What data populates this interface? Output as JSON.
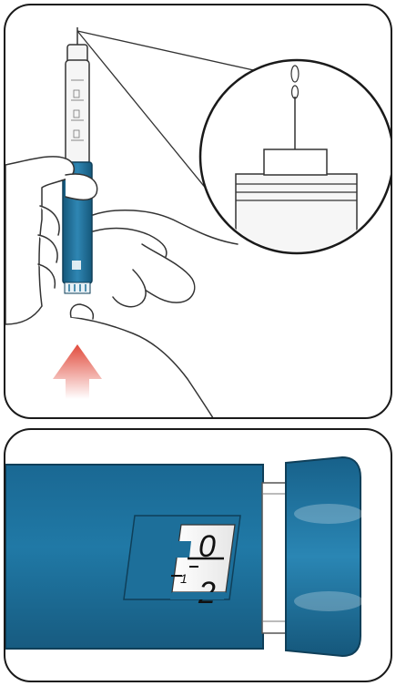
{
  "colors": {
    "pen_body": "#1c6f99",
    "pen_body_dark": "#15587b",
    "pen_cap_light": "#2f86b3",
    "cartridge_glass": "#f2f2f2",
    "arrow_top": "#ffffff",
    "arrow_bottom": "#e14b3c",
    "outline": "#1a1a1a"
  },
  "icons": {
    "top_panel": [
      "hand-holding-pen-icon",
      "finger-tapping-icon",
      "magnified-needle-tip-icon",
      "up-arrow-icon"
    ],
    "bottom_panel": [
      "dose-counter-window-icon",
      "dose-selector-icon"
    ]
  },
  "dose_window": {
    "side_number": "1",
    "main_number": "0",
    "next_number": "2"
  }
}
